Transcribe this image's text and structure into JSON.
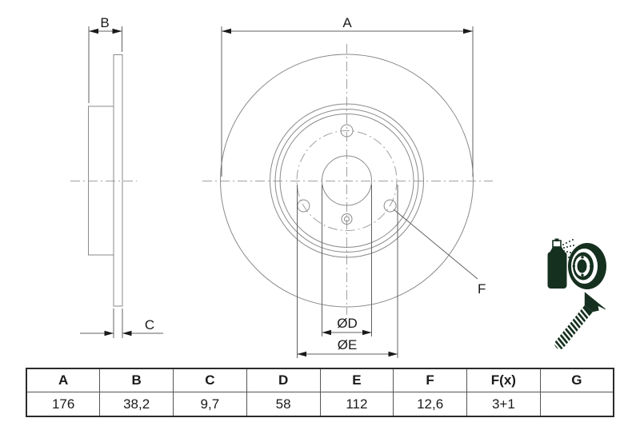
{
  "drawing": {
    "labels": {
      "a": "A",
      "b": "B",
      "c": "C",
      "d": "ØD",
      "e": "ØE",
      "f": "F"
    }
  },
  "icons": {
    "spray_can": "spray-can-icon",
    "brake_disc": "brake-disc-icon",
    "screw": "countersunk-screw-icon",
    "color": "#16301f"
  },
  "colors": {
    "line": "#8a8a8a",
    "dimension": "#606060",
    "centerline": "#a0a0a0",
    "text": "#1a1a1a",
    "table_border": "#2b2b2b",
    "background": "#ffffff"
  },
  "table": {
    "headers": [
      "A",
      "B",
      "C",
      "D",
      "E",
      "F",
      "F(x)",
      "G"
    ],
    "values": [
      "176",
      "38,2",
      "9,7",
      "58",
      "112",
      "12,6",
      "3+1",
      ""
    ]
  }
}
